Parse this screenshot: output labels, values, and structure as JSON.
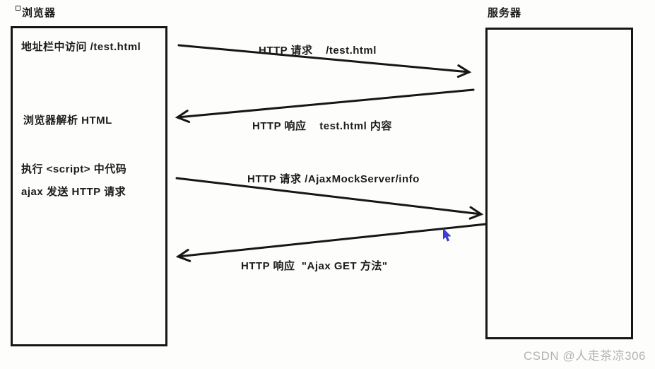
{
  "diagram": {
    "title_left": "浏览器",
    "title_right": "服务器",
    "colors": {
      "line": "#161616",
      "cursor_blue": "#3b3fd8",
      "watermark_gray": "#b3b3b3",
      "background": "#fdfdfb"
    }
  },
  "browser": {
    "title": "浏览器",
    "steps": [
      {
        "label": "地址栏中访问 /test.html"
      },
      {
        "label": "浏览器解析 HTML"
      },
      {
        "label": "执行 <script> 中代码"
      },
      {
        "label": "ajax 发送 HTTP 请求"
      }
    ]
  },
  "server": {
    "title": "服务器"
  },
  "messages": [
    {
      "direction": "browser-to-server",
      "label": "HTTP 请求    /test.html"
    },
    {
      "direction": "server-to-browser",
      "label": "HTTP 响应    test.html 内容"
    },
    {
      "direction": "browser-to-server",
      "label": "HTTP 请求 /AjaxMockServer/info"
    },
    {
      "direction": "server-to-browser",
      "label": "HTTP 响应  \"Ajax GET 方法\""
    }
  ],
  "watermark": {
    "text": "CSDN @人走茶凉306"
  }
}
